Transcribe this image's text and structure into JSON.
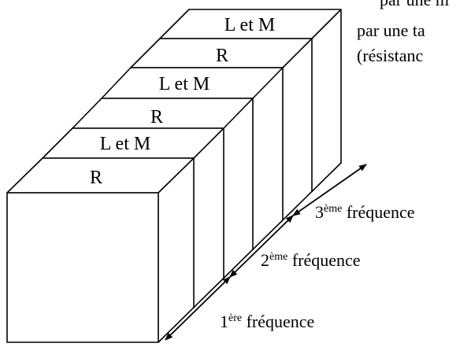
{
  "side_text": {
    "line1": "par une m",
    "line2": "par une ta",
    "line3": "(résistanc"
  },
  "layers": [
    {
      "label": "L et M"
    },
    {
      "label": "R"
    },
    {
      "label": "L et M"
    },
    {
      "label": "R"
    },
    {
      "label": "L et M"
    },
    {
      "label": "R"
    }
  ],
  "frequencies": [
    {
      "num": "1",
      "sup": "ère",
      "word": " fréquence"
    },
    {
      "num": "2",
      "sup": "ème",
      "word": " fréquence"
    },
    {
      "num": "3",
      "sup": "ème",
      "word": " fréquence"
    }
  ]
}
